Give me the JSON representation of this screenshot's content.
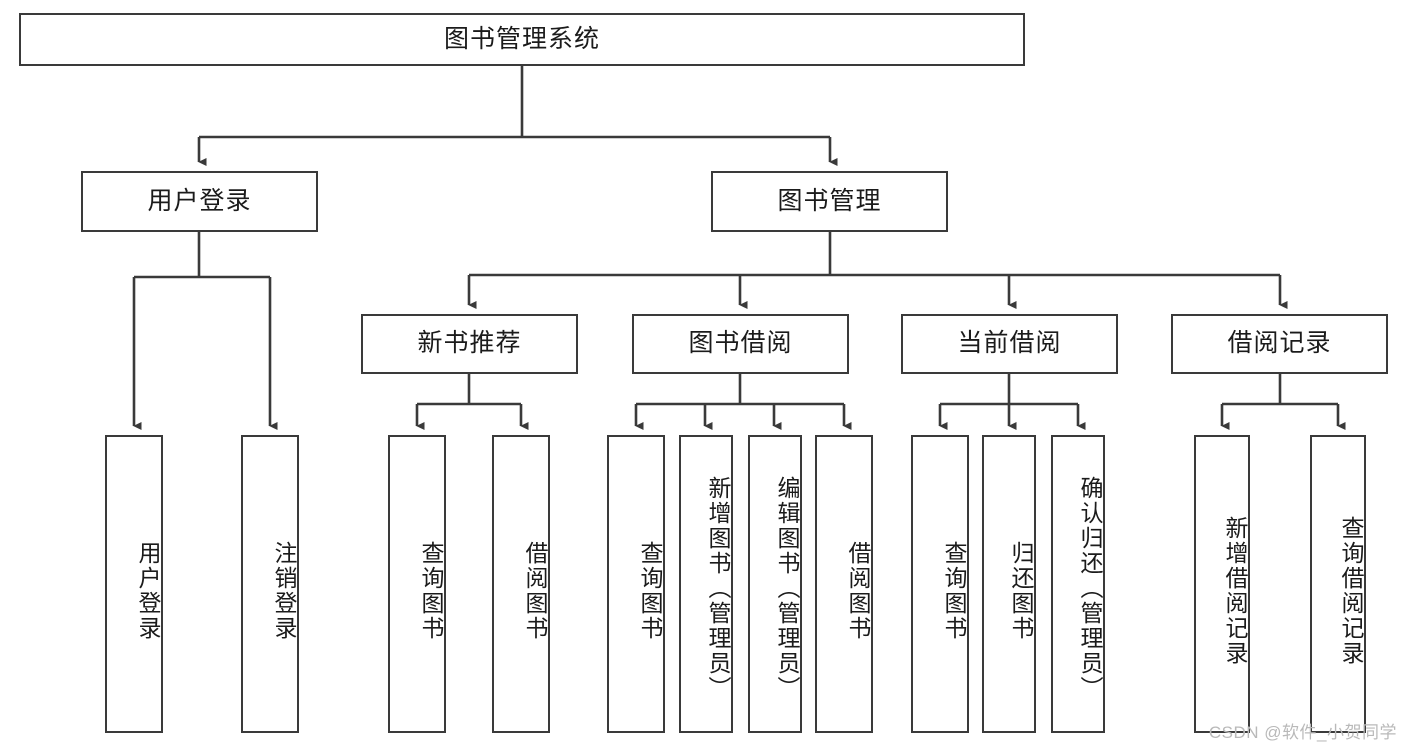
{
  "diagram": {
    "type": "hierarchy-tree",
    "title": "图书管理系统",
    "watermark": "CSDN @软件_小贺同学",
    "colors": {
      "box_border": "#3a3a3a",
      "box_fill": "#ffffff",
      "connector": "#3a3a3a",
      "text": "#1b1b1b",
      "watermark": "#b9b9b9"
    },
    "root": {
      "label": "图书管理系统"
    },
    "level1": [
      {
        "label": "用户登录"
      },
      {
        "label": "图书管理"
      }
    ],
    "level2": [
      {
        "label": "新书推荐"
      },
      {
        "label": "图书借阅"
      },
      {
        "label": "当前借阅"
      },
      {
        "label": "借阅记录"
      }
    ],
    "leaves": [
      {
        "label": "用户登录",
        "parent": "用户登录"
      },
      {
        "label": "注销登录",
        "parent": "用户登录"
      },
      {
        "label": "查询图书",
        "parent": "新书推荐"
      },
      {
        "label": "借阅图书",
        "parent": "新书推荐"
      },
      {
        "label": "查询图书",
        "parent": "图书借阅"
      },
      {
        "label": "新增图书（管理员）",
        "parent": "图书借阅"
      },
      {
        "label": "编辑图书（管理员）",
        "parent": "图书借阅"
      },
      {
        "label": "借阅图书",
        "parent": "图书借阅"
      },
      {
        "label": "查询图书",
        "parent": "当前借阅"
      },
      {
        "label": "归还图书",
        "parent": "当前借阅"
      },
      {
        "label": "确认归还（管理员）",
        "parent": "当前借阅"
      },
      {
        "label": "新增借阅记录",
        "parent": "借阅记录"
      },
      {
        "label": "查询借阅记录",
        "parent": "借阅记录"
      }
    ]
  }
}
